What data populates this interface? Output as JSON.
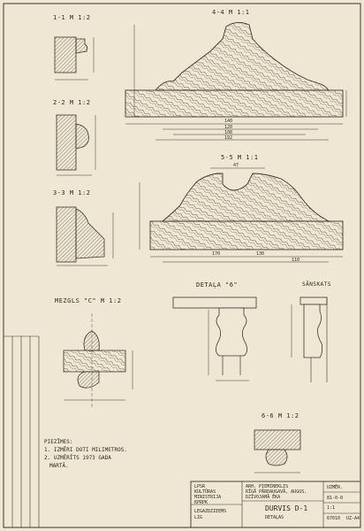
{
  "sections": {
    "s11": "1-1  M 1:2",
    "s22": "2-2  M 1:2",
    "s33": "3-3  M 1:2",
    "s44": "4-4  M 1:1",
    "s55": "5-5  M 1:1",
    "mezgls": "MEZGLS \"C\" M 1:2",
    "detala": "DETAĻA \"6\"",
    "sanskats": "SĀNSKATS",
    "s66": "6-6  M 1:2"
  },
  "notes": {
    "line1": "PIEZĪMES:",
    "line2": "1. IZMĒRI DOTI MILIMETROS.",
    "line3": "2. UZMĒRĪTS 1973 GADA",
    "line4": "MARTĀ."
  },
  "dims": {
    "d4_1": "140",
    "d4_2": "120",
    "d4_3": "108",
    "d4_4": "192",
    "d5_1": "47",
    "d5_2": "170",
    "d5_3": "130",
    "d5_4": "110"
  },
  "title_block": {
    "org1": "LPSR",
    "org2": "KULTŪRAS",
    "org3": "MINISTRIJA",
    "dept": "KPRPK",
    "owner": "LEGAZDZIEEMS",
    "code": "LIG",
    "project1": "ARH. PIEMINEKLIS",
    "project2": "RĪGĀ PĀRDAUGAVĀ, AUGUS.",
    "project3": "DZĪVOJAMĀ ĒKA",
    "sheet_title1": "DURVIS D-1",
    "sheet_title2": "DETAĻAS",
    "stage": "UZMĒR.",
    "num1": "81-0-0",
    "scale": "1:1",
    "num2": "67010",
    "fmt": "UZ-A4"
  }
}
